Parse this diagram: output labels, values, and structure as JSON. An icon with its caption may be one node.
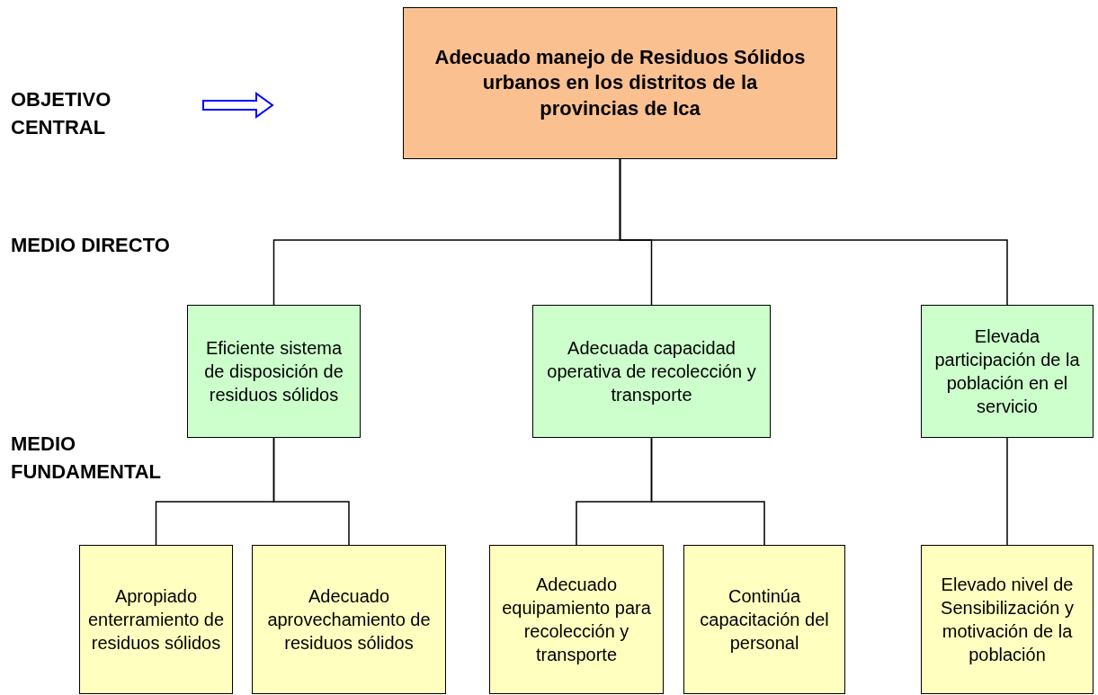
{
  "diagram": {
    "nodes": [
      {
        "text": [
          "Adecuado manejo de Residuos Sólidos urbanos en los distritos de la provincias de Ica"
        ]
      },
      {
        "text": [
          "Eficiente sistema de disposición de residuos sólidos"
        ]
      },
      {
        "text": [
          "Adecuada capacidad operativa de recolección y transporte"
        ]
      },
      {
        "text": [
          "Elevada participación de la población en el servicio"
        ]
      },
      {
        "text": [
          "Apropiado enterramiento de residuos sólidos"
        ]
      },
      {
        "text": [
          "Adecuado aprovechamiento de residuos sólidos"
        ]
      },
      {
        "text": [
          "Adecuado equipamiento para recolección y transporte"
        ]
      },
      {
        "text": [
          "Continúa capacitación del personal"
        ]
      },
      {
        "text": [
          "Elevado nivel de Sensibilización y motivación de la población"
        ]
      }
    ],
    "edges": [
      {
        "from": 0,
        "to": 1,
        "arrow": "none"
      },
      {
        "from": 0,
        "to": 2,
        "arrow": "none"
      },
      {
        "from": 0,
        "to": 3,
        "arrow": "none"
      },
      {
        "from": 1,
        "to": 4,
        "arrow": "none"
      },
      {
        "from": 1,
        "to": 5,
        "arrow": "none"
      },
      {
        "from": 2,
        "to": 6,
        "arrow": "none"
      },
      {
        "from": 2,
        "to": 7,
        "arrow": "none"
      },
      {
        "from": 3,
        "to": 8,
        "arrow": "none"
      }
    ],
    "labels": [
      "OBJETIVO CENTRAL",
      "MEDIO DIRECTO",
      "MEDIO FUNDAMENTAL"
    ]
  }
}
